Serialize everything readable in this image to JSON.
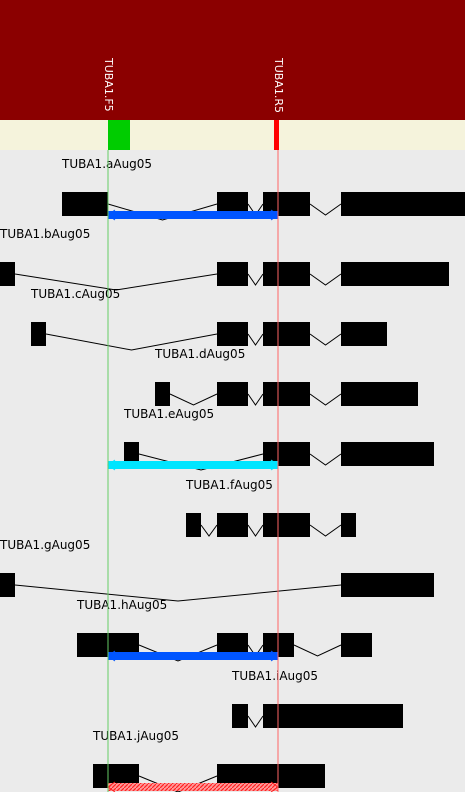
{
  "colors": {
    "header": "#8b0000",
    "primer_track": "#f5f3dc",
    "panel": "#ebebeb",
    "exon": "#000000",
    "primer_forward": "#00cc00",
    "primer_reverse": "#ff0000",
    "amplicon_blue": "#0055ff",
    "amplicon_cyan": "#00e5ff",
    "amplicon_red": "#ff4444"
  },
  "primers": [
    {
      "label": "TUBA1.F5",
      "kind": "forward"
    },
    {
      "label": "TUBA1.R5",
      "kind": "reverse"
    }
  ],
  "transcripts": [
    {
      "label": "TUBA1.aAug05",
      "amplicon": "blue"
    },
    {
      "label": "TUBA1.bAug05",
      "amplicon": null
    },
    {
      "label": "TUBA1.cAug05",
      "amplicon": null
    },
    {
      "label": "TUBA1.dAug05",
      "amplicon": null
    },
    {
      "label": "TUBA1.eAug05",
      "amplicon": "cyan"
    },
    {
      "label": "TUBA1.fAug05",
      "amplicon": null
    },
    {
      "label": "TUBA1.gAug05",
      "amplicon": null
    },
    {
      "label": "TUBA1.hAug05",
      "amplicon": "blue"
    },
    {
      "label": "TUBA1.iAug05",
      "amplicon": null
    },
    {
      "label": "TUBA1.jAug05",
      "amplicon": "red"
    }
  ]
}
